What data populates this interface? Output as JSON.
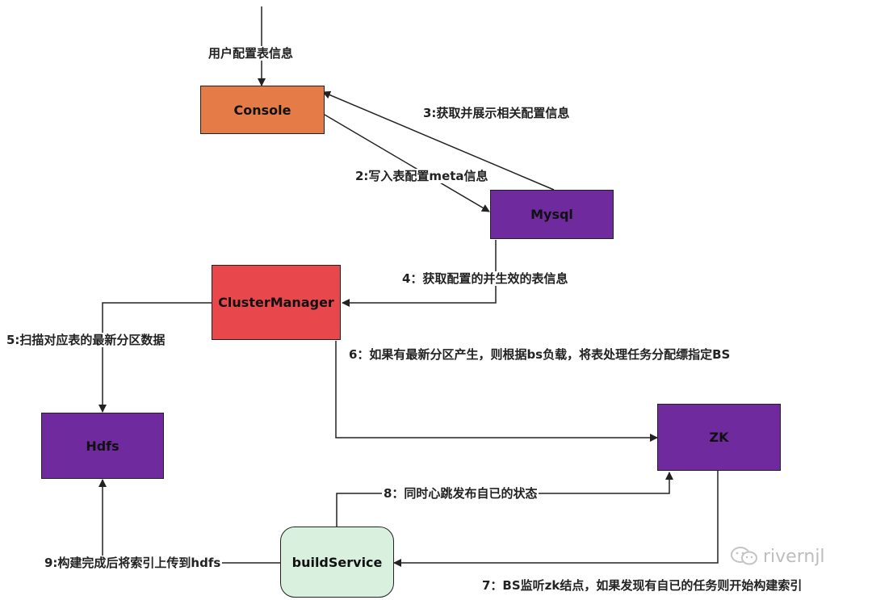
{
  "nodes": {
    "console": "Console",
    "mysql": "Mysql",
    "cluster_manager": "ClusterManager",
    "hdfs": "Hdfs",
    "zk": "ZK",
    "build_service": "buildService"
  },
  "edges": {
    "user_config": "用户配置表信息",
    "step2": "2:写入表配置meta信息",
    "step3": "3:获取并展示相关配置信息",
    "step4": "4：获取配置的并生效的表信息",
    "step5": "5:扫描对应表的最新分区数据",
    "step6": "6：如果有最新分区产生，则根据bs负载，将表处理任务分配缥指定BS",
    "step7": "7：BS监听zk结点，如果发现有自已的任务则开始构建索引",
    "step8": "8：同时心跳发布自已的状态",
    "step9": "9:构建完成后将索引上传到hdfs"
  },
  "watermark": "rivernjl",
  "colors": {
    "console": "#e57b47",
    "cluster_manager": "#e8474c",
    "purple_nodes": "#6f2a9e",
    "build_service": "#d8f0dd"
  }
}
